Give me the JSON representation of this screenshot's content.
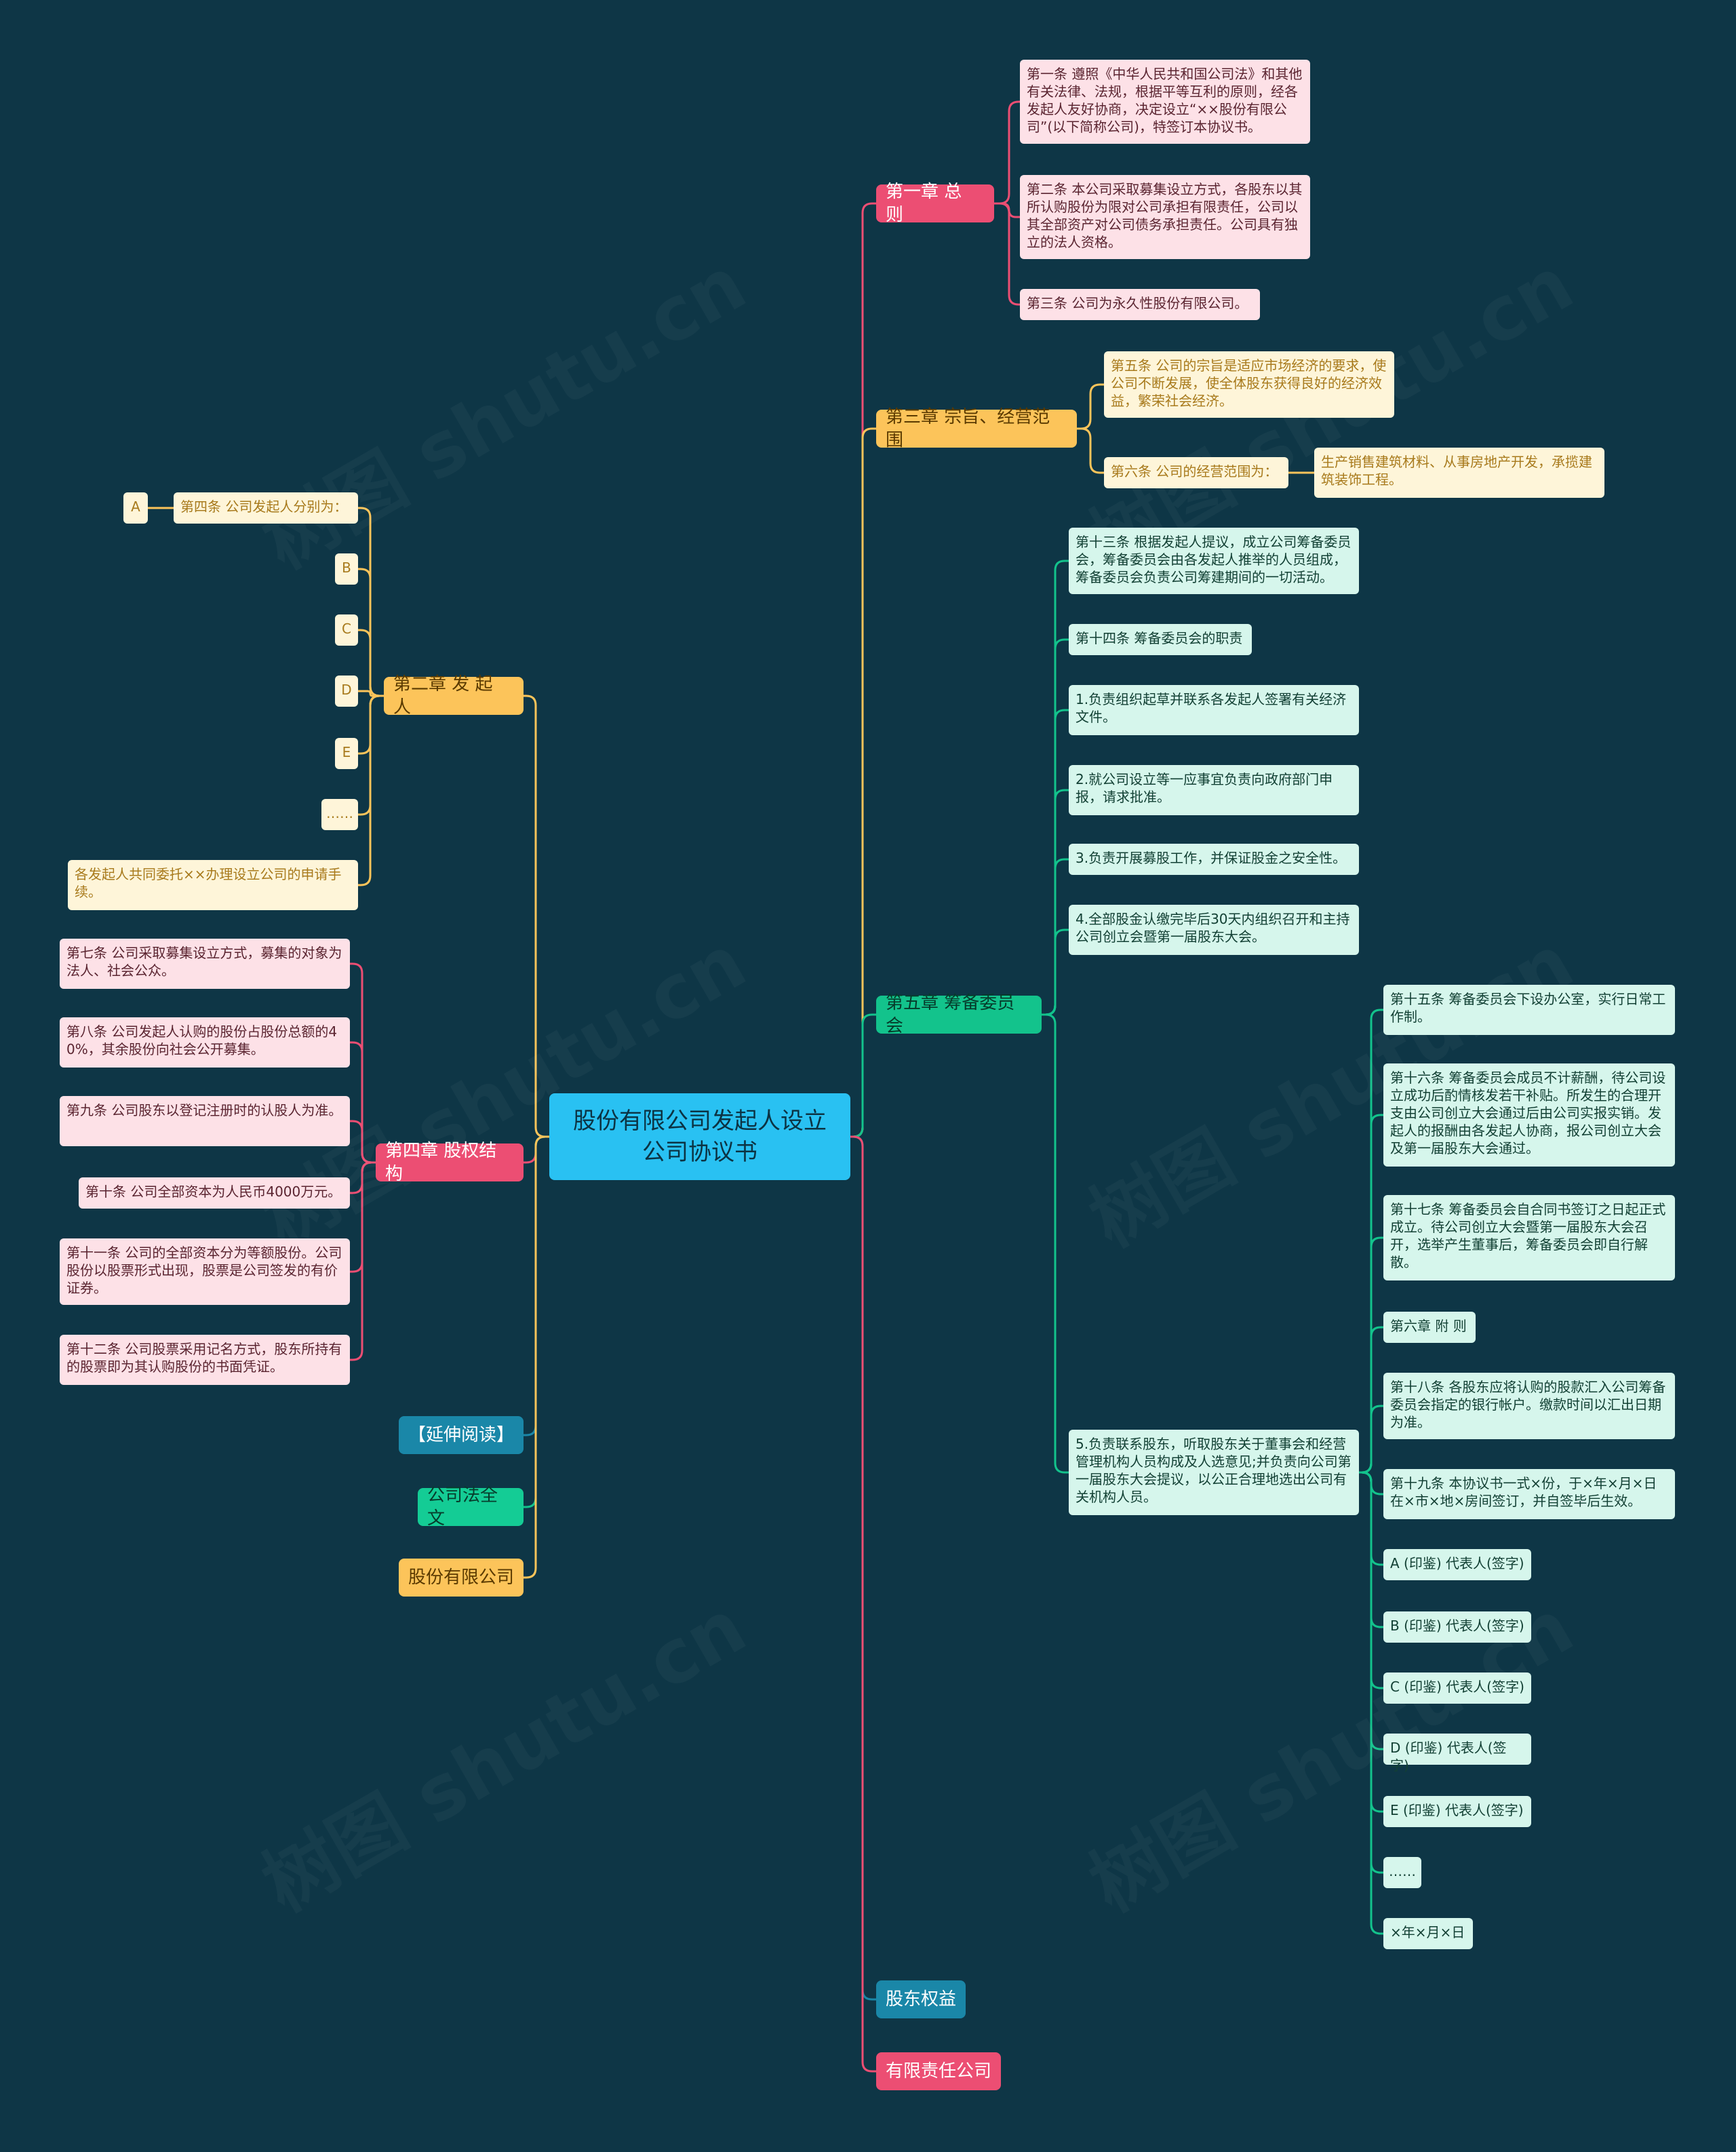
{
  "root": {
    "title": "股份有限公司发起人设立公司协议书"
  },
  "colors": {
    "background": "#0e3646",
    "root": "#29c1f2",
    "red": "#ec4e73",
    "yellow": "#fcc45a",
    "green": "#13c38c",
    "blue": "#1a87a8",
    "pink_leaf": "#fde1e7",
    "cream_leaf": "#fef5d9",
    "mint_leaf": "#d6f6ec"
  },
  "right": {
    "ch1": {
      "label": "第一章 总 则",
      "items": [
        "第一条 遵照《中华人民共和国公司法》和其他有关法律、法规，根据平等互利的原则，经各发起人友好协商，决定设立“××股份有限公司”(以下简称公司)，特签订本协议书。",
        "第二条 本公司采取募集设立方式，各股东以其所认购股份为限对公司承担有限责任，公司以其全部资产对公司债务承担责任。公司具有独立的法人资格。",
        "第三条 公司为永久性股份有限公司。"
      ]
    },
    "ch3": {
      "label": "第三章 宗旨、经营范围",
      "art5": "第五条 公司的宗旨是适应市场经济的要求，使公司不断发展，使全体股东获得良好的经济效益，繁荣社会经济。",
      "art6": "第六条 公司的经营范围为：",
      "art6_detail": "生产销售建筑材料、从事房地产开发，承揽建筑装饰工程。"
    },
    "ch5": {
      "label": "第五章 筹备委员会",
      "items": [
        "第十三条 根据发起人提议，成立公司筹备委员会，筹备委员会由各发起人推举的人员组成，筹备委员会负责公司筹建期间的一切活动。",
        "第十四条 筹备委员会的职责",
        "1.负责组织起草并联系各发起人签署有关经济文件。",
        "2.就公司设立等一应事宜负责向政府部门申报，请求批准。",
        "3.负责开展募股工作，并保证股金之安全性。",
        "4.全部股金认缴完毕后30天内组织召开和主持公司创立会暨第一届股东大会。",
        "5.负责联系股东，听取股东关于董事会和经营管理机构人员构成及人选意见;并负责向公司第一届股东大会提议，以公正合理地选出公司有关机构人员。"
      ],
      "sub": [
        "第十五条 筹备委员会下设办公室，实行日常工作制。",
        "第十六条 筹备委员会成员不计薪酬，待公司设立成功后酌情核发若干补贴。所发生的合理开支由公司创立大会通过后由公司实报实销。发起人的报酬由各发起人协商，报公司创立大会及第一届股东大会通过。",
        "第十七条 筹备委员会自合同书签订之日起正式成立。待公司创立大会暨第一届股东大会召开，选举产生董事后，筹备委员会即自行解散。",
        "第六章 附 则",
        "第十八条 各股东应将认购的股款汇入公司筹备委员会指定的银行帐户。缴款时间以汇出日期为准。",
        "第十九条 本协议书一式×份，于×年×月×日在×市×地×房间签订，并自签毕后生效。",
        "A (印鉴) 代表人(签字)",
        "B (印鉴) 代表人(签字)",
        "C (印鉴) 代表人(签字)",
        "D (印鉴) 代表人(签字)",
        "E (印鉴) 代表人(签字)",
        "……",
        "×年×月×日"
      ]
    },
    "rights": {
      "label": "股东权益"
    },
    "llc": {
      "label": "有限责任公司"
    }
  },
  "left": {
    "ch2": {
      "label": "第二章 发 起 人",
      "art4": "第四条 公司发起人分别为：",
      "letters": [
        "A",
        "B",
        "C",
        "D",
        "E",
        "……"
      ],
      "entrust": "各发起人共同委托××办理设立公司的申请手续。"
    },
    "ch4": {
      "label": "第四章 股权结构",
      "items": [
        "第七条 公司采取募集设立方式，募集的对象为法人、社会公众。",
        "第八条 公司发起人认购的股份占股份总额的40%，其余股份向社会公开募集。",
        "第九条 公司股东以登记注册时的认股人为准。",
        "第十条 公司全部资本为人民币4000万元。",
        "第十一条 公司的全部资本分为等额股份。公司股份以股票形式出现，股票是公司签发的有价证券。",
        "第十二条 公司股票采用记名方式，股东所持有的股票即为其认购股份的书面凭证。"
      ]
    },
    "reading": {
      "label": "【延伸阅读】"
    },
    "law": {
      "label": "公司法全文"
    },
    "company": {
      "label": "股份有限公司"
    }
  }
}
